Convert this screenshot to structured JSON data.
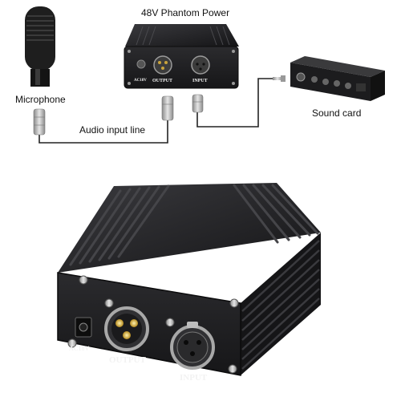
{
  "labels": {
    "phantom_power": "48V Phantom Power",
    "microphone": "Microphone",
    "sound_card": "Sound card",
    "audio_input_line": "Audio input line"
  },
  "device_markings": {
    "power_jack": "AC18V",
    "output": "OUTPUT",
    "input": "INPUT"
  },
  "colors": {
    "chassis": "#1c1c1e",
    "fins": "#2a2a2d",
    "cable": "#222222",
    "connector_metal": "#b5b5b5"
  }
}
